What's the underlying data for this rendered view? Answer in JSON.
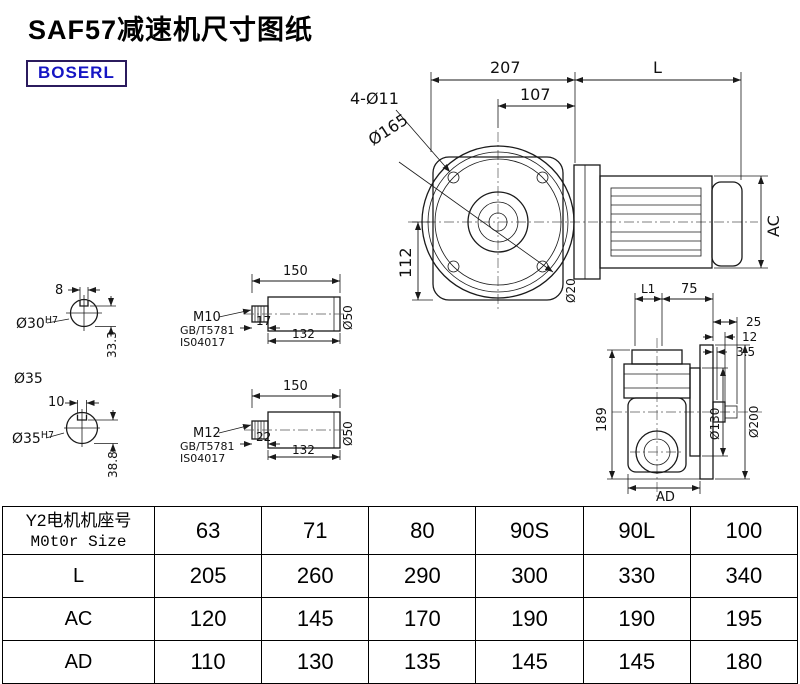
{
  "page": {
    "title": "SAF57减速机尺寸图纸",
    "brand": "BOSERL"
  },
  "main_view": {
    "dim_total": "207",
    "dim_motor": "L",
    "dim_107": "107",
    "bolt_holes": "4-Ø11",
    "flange_dia": "Ø165",
    "dim_112": "112",
    "motor_dia": "AC",
    "shaft_note": "Ø20"
  },
  "shaft_end_1": {
    "keyway_width": "8",
    "bore": "Ø30",
    "bore_tol": "H7",
    "keyway_depth": "33.3"
  },
  "shaft_end_2": {
    "outer_dia": "Ø35",
    "keyway_width": "10",
    "bore": "Ø35",
    "bore_tol": "H7",
    "keyway_depth": "38.8"
  },
  "shaft_side_1": {
    "length": "150",
    "thread": "M10",
    "std1": "GB/T5781",
    "std2": "IS04017",
    "thread_len": "17",
    "body_len": "132",
    "dia": "Ø50"
  },
  "shaft_side_2": {
    "length": "150",
    "thread": "M12",
    "std1": "GB/T5781",
    "std2": "IS04017",
    "thread_len": "22",
    "body_len": "132",
    "dia": "Ø50"
  },
  "side_view": {
    "dim_l1": "L1",
    "dim_75": "75",
    "dim_25": "25",
    "dim_12": "12",
    "dim_3_5": "3.5",
    "dim_189": "189",
    "hub_dia": "Ø130",
    "flange_dia": "Ø200",
    "dim_ad": "AD"
  },
  "table": {
    "motor_row": {
      "label_line1": "Y2电机机座号",
      "label_line2": "M0t0r Size",
      "values": [
        "63",
        "71",
        "80",
        "90S",
        "90L",
        "100"
      ]
    },
    "rows": [
      {
        "label": "L",
        "values": [
          "205",
          "260",
          "290",
          "300",
          "330",
          "340"
        ]
      },
      {
        "label": "AC",
        "values": [
          "120",
          "145",
          "170",
          "190",
          "190",
          "195"
        ]
      },
      {
        "label": "AD",
        "values": [
          "110",
          "130",
          "135",
          "145",
          "145",
          "180"
        ]
      }
    ]
  }
}
